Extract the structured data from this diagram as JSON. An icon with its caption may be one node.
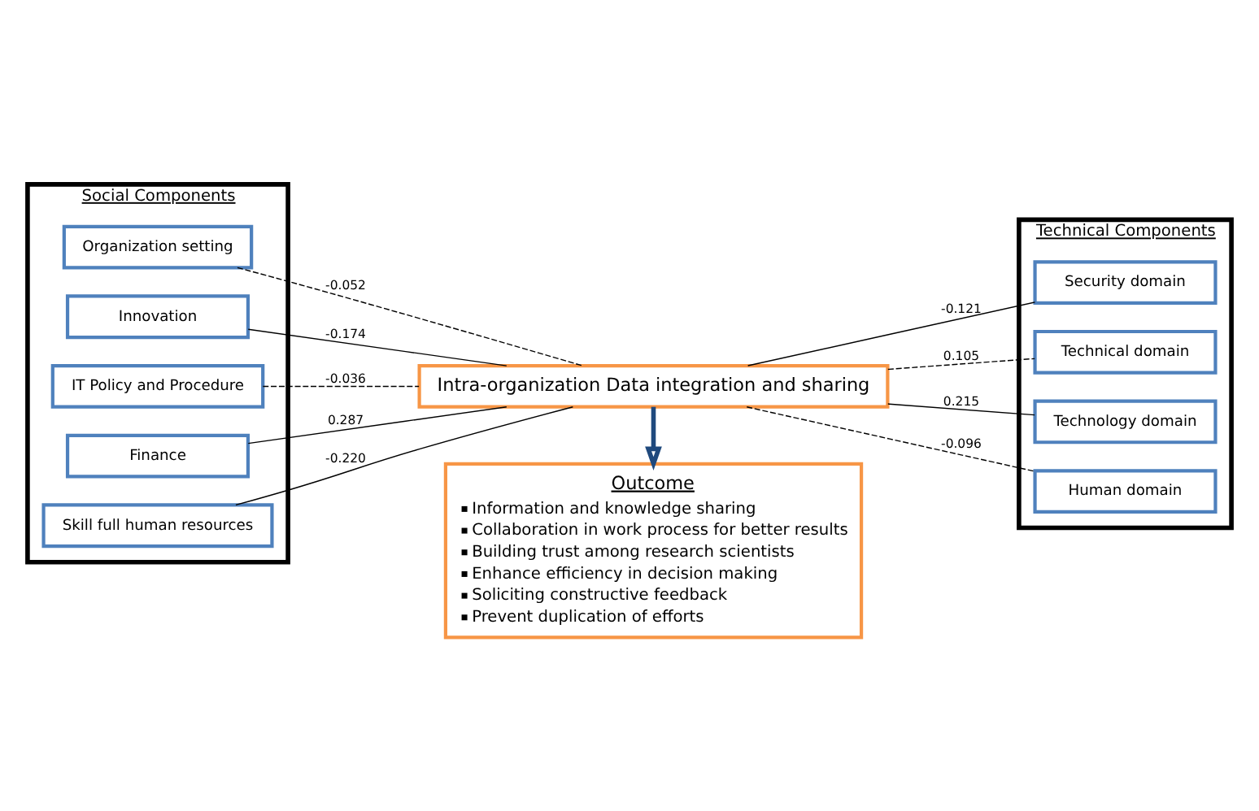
{
  "diagram": {
    "nodes": [
      {
        "text": [
          "Social Components"
        ]
      },
      {
        "text": [
          "Organization setting"
        ],
        "in": 0
      },
      {
        "text": [
          "Innovation"
        ],
        "in": 0
      },
      {
        "text": [
          "IT Policy and Procedure"
        ],
        "in": 0
      },
      {
        "text": [
          "Finance"
        ],
        "in": 0
      },
      {
        "text": [
          "Skill full human resources"
        ],
        "in": 0
      },
      {
        "text": [
          "Intra-organization Data integration and sharing"
        ]
      },
      {
        "text": [
          "Technical Components"
        ]
      },
      {
        "text": [
          "Security domain"
        ],
        "in": 7
      },
      {
        "text": [
          "Technical domain"
        ],
        "in": 7
      },
      {
        "text": [
          "Technology domain"
        ],
        "in": 7
      },
      {
        "text": [
          "Human domain"
        ],
        "in": 7
      },
      {
        "text": [
          "Outcome",
          "Information and knowledge sharing",
          "Collaboration in work process for better results",
          "Building trust among research scientists",
          "Enhance efficiency in decision making",
          "Soliciting constructive feedback",
          "Prevent duplication of efforts"
        ]
      }
    ],
    "edges": [
      {
        "from": 1,
        "to": 6,
        "arrow": "none",
        "label": "-0.052",
        "style": "dashed"
      },
      {
        "from": 2,
        "to": 6,
        "arrow": "none",
        "label": "-0.174"
      },
      {
        "from": 3,
        "to": 6,
        "arrow": "none",
        "label": "-0.036",
        "style": "dashed"
      },
      {
        "from": 4,
        "to": 6,
        "arrow": "none",
        "label": "0.287"
      },
      {
        "from": 5,
        "to": 6,
        "arrow": "none",
        "label": "-0.220"
      },
      {
        "from": 6,
        "to": 8,
        "arrow": "none",
        "label": "-0.121"
      },
      {
        "from": 6,
        "to": 9,
        "arrow": "none",
        "label": "0.105",
        "style": "dashed"
      },
      {
        "from": 6,
        "to": 10,
        "arrow": "none",
        "label": "0.215"
      },
      {
        "from": 6,
        "to": 11,
        "arrow": "none",
        "label": "-0.096",
        "style": "dashed"
      },
      {
        "from": 6,
        "to": 12,
        "arrow": "to",
        "style": "thick",
        "color": "#1f497d"
      }
    ]
  }
}
